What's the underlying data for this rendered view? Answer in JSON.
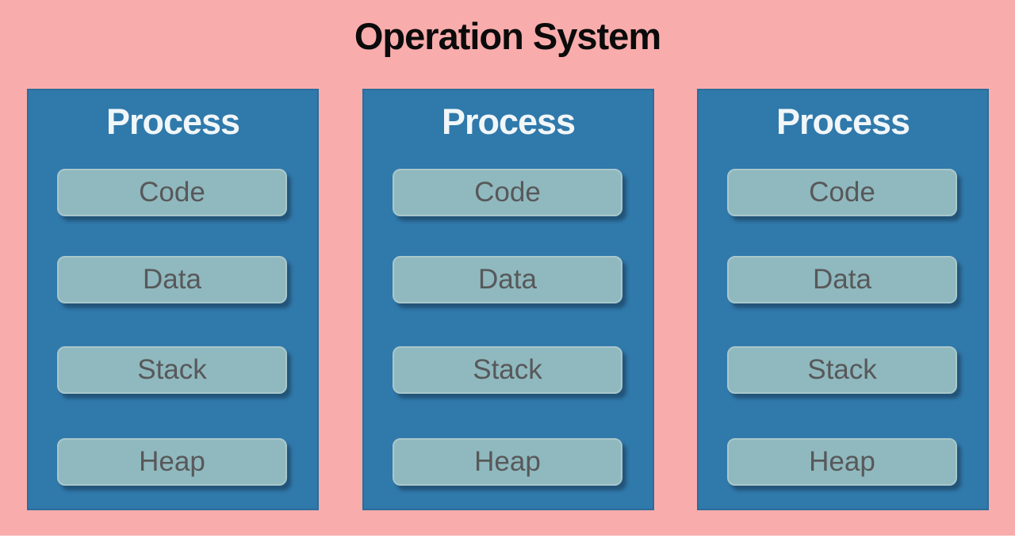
{
  "title": "Operation System",
  "colors": {
    "background": "#F9ACAC",
    "panel_blue": "#3079AB",
    "panel_border": "#2b6d9a",
    "segment_fill": "#8FB9BE",
    "segment_border": "#A9C7CB",
    "segment_text": "#58585A",
    "process_text": "#F1F6F8",
    "title_text": "#0b0b0b",
    "bottom_strip": "#ffffff"
  },
  "processes": [
    {
      "title": "Process",
      "segments": [
        "Code",
        "Data",
        "Stack",
        "Heap"
      ]
    },
    {
      "title": "Process",
      "segments": [
        "Code",
        "Data",
        "Stack",
        "Heap"
      ]
    },
    {
      "title": "Process",
      "segments": [
        "Code",
        "Data",
        "Stack",
        "Heap"
      ]
    }
  ]
}
